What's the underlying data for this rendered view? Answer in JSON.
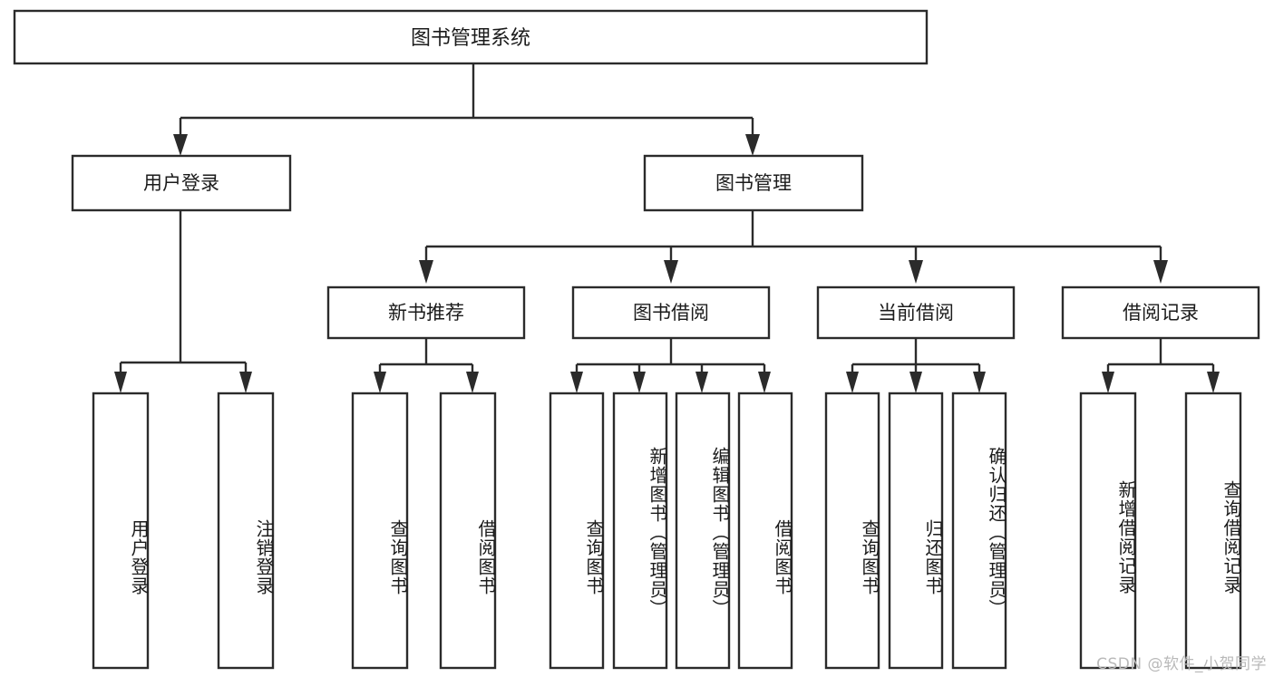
{
  "diagram": {
    "type": "tree-hierarchy-flowchart",
    "orientation": "top-down",
    "background_color": "#ffffff",
    "line_color": "#2b2b2b",
    "text_color": "#1b1b1b",
    "root": {
      "id": "root",
      "label": "图书管理系统"
    },
    "level2": [
      {
        "id": "user-login",
        "label": "用户登录"
      },
      {
        "id": "book-management",
        "label": "图书管理"
      }
    ],
    "level3": [
      {
        "id": "new-book-recommend",
        "label": "新书推荐",
        "parent": "book-management"
      },
      {
        "id": "book-borrow",
        "label": "图书借阅",
        "parent": "book-management"
      },
      {
        "id": "current-borrow",
        "label": "当前借阅",
        "parent": "book-management"
      },
      {
        "id": "borrow-record",
        "label": "借阅记录",
        "parent": "book-management"
      }
    ],
    "leaves": [
      {
        "id": "leaf-user-login",
        "label": "用户登录",
        "parent": "user-login"
      },
      {
        "id": "leaf-logout-login",
        "label": "注销登录",
        "parent": "user-login"
      },
      {
        "id": "leaf-query-book-1",
        "label": "查询图书",
        "parent": "new-book-recommend"
      },
      {
        "id": "leaf-borrow-book-1",
        "label": "借阅图书",
        "parent": "new-book-recommend"
      },
      {
        "id": "leaf-query-book-2",
        "label": "查询图书",
        "parent": "book-borrow"
      },
      {
        "id": "leaf-add-book-admin",
        "label": "新增图书（管理员）",
        "parent": "book-borrow"
      },
      {
        "id": "leaf-edit-book-admin",
        "label": "编辑图书（管理员）",
        "parent": "book-borrow"
      },
      {
        "id": "leaf-borrow-book-2",
        "label": "借阅图书",
        "parent": "book-borrow"
      },
      {
        "id": "leaf-query-book-3",
        "label": "查询图书",
        "parent": "current-borrow"
      },
      {
        "id": "leaf-return-book",
        "label": "归还图书",
        "parent": "current-borrow"
      },
      {
        "id": "leaf-confirm-return-admin",
        "label": "确认归还（管理员）",
        "parent": "current-borrow"
      },
      {
        "id": "leaf-add-borrow-record",
        "label": "新增借阅记录",
        "parent": "borrow-record"
      },
      {
        "id": "leaf-query-borrow-record",
        "label": "查询借阅记录",
        "parent": "borrow-record"
      }
    ]
  },
  "watermark": {
    "text": "CSDN @软件_小贺同学"
  }
}
